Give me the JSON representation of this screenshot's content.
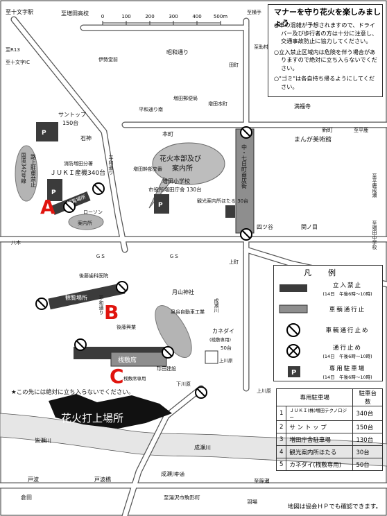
{
  "colors": {
    "road": "#c8c8c8",
    "banned": "#3b3b3b",
    "restricted": "#8e8e8e",
    "ellipse": "#b4b4b4",
    "line": "#333333"
  },
  "scale": {
    "marks": [
      "0",
      "100",
      "200",
      "300",
      "400",
      "500m"
    ]
  },
  "notice": {
    "title": "マナーを守り花火を楽しみましょう",
    "items": [
      "○車の混雑が予想されますので、ドライバー及び歩行者の方は十分に注意し、交通事故防止に協力してください。",
      "○立入禁止区域内は危険を伴う場合がありますので絶対に立ち入らないでください。",
      "○\"ゴミ\"は各自持ち帰るようにしてください。"
    ]
  },
  "legend": {
    "title": "凡例",
    "rows": [
      {
        "icon": "black-bar-icon",
        "label": "立入禁止",
        "sub": "(14日　午後6時〜10時)"
      },
      {
        "icon": "gray-bar-icon",
        "label": "車輌通行止",
        "sub": ""
      },
      {
        "icon": "no-entry-icon",
        "label": "車輌通行止め",
        "sub": ""
      },
      {
        "icon": "no-passage-icon",
        "label": "通行止め",
        "sub": "(14日　午後6時〜10時)"
      },
      {
        "icon": "parking-icon",
        "label": "専用駐車場",
        "sub": "(14日　午後6時〜10時)"
      }
    ]
  },
  "parking_table": {
    "headers": [
      "専用駐車場",
      "駐車台数"
    ],
    "rows": [
      {
        "no": "1",
        "name": "ＪＵＫＩ(株)増田テクノロジー",
        "count": "340台"
      },
      {
        "no": "2",
        "name": "サ ン ト ッ プ",
        "count": "150台"
      },
      {
        "no": "3",
        "name": "増田庁舎駐車場",
        "count": "130台"
      },
      {
        "no": "4",
        "name": "観光案内所ほたる",
        "count": "30台"
      },
      {
        "no": "5",
        "name": "カネダイ(桟敷専用)",
        "count": "50台"
      }
    ]
  },
  "map_labels": {
    "juuji_station": "至十文字駅",
    "masuda_hs": "至増田高校",
    "yokote_top": "至横手",
    "juuji_ic": "至十文字IC",
    "r13": "至R13",
    "isedou": "伊勢堂前",
    "showa": "昭和通り",
    "tamachi": "田町",
    "heiwa_dori": "平和通り南",
    "post_office": "増田郵便局",
    "masuda_cho": "増田本町",
    "mitsuzo": "満福寺",
    "suketoku": "至助村",
    "suntop": "サントップ",
    "suntop_count": "150台",
    "ishigami": "石神",
    "fire_station": "消防増田分署",
    "juki": "ＪＵＫＩ産機340台",
    "hon_machi": "本町",
    "shin_machi": "新町",
    "hiraka_right": "至平鹿",
    "manga": "まんが美術館",
    "police": "増田幹部交番",
    "hq_line1": "花火本部及び",
    "hq_line2": "案内所",
    "shopping": "中・七日町商店街",
    "school": "増田小学校",
    "city_hall": "市役所増田庁舎 130台",
    "hotaru": "観光案内所ほたる 30台",
    "yotsuya": "四ツ谷",
    "sekinome": "関ノ目",
    "lawson": "ローソン",
    "info": "案内所",
    "route342": "国道342号線",
    "no_parking": "路上駐車禁止",
    "yagi": "八木",
    "gs1": "ＧＳ",
    "gs2": "ＧＳ",
    "kamimachi": "上町",
    "dental": "後藤歯科医院",
    "shrine": "月山神社",
    "viewing": "観覧場所",
    "izumiya": "泉谷自動車工業",
    "goto_kogyo": "後藤興業",
    "kanedai": "カネダイ",
    "kanedai_sub": "(桟敷専用)",
    "kanedai_count": "50台",
    "kamikawara": "上川原",
    "sajiki": "桟敷席",
    "sajiki_toilet": "桟敷席専用",
    "tamada": "珍田建設",
    "shimokawara": "下川原",
    "kamikawara_right": "上川原",
    "hiraka_vert": "至平鹿成瀬",
    "masuda_jhs": "至増田中学校",
    "hanabi": "花火打上場所",
    "warning": "★この先には絶対に立ち入らないでください。",
    "minase": "皆瀬川",
    "narusegawa_label": "成瀬川",
    "narusegawa_bottom": "成瀬川",
    "narusegawa_river": "成瀬川",
    "toba": "戸波",
    "toba2": "戸波橋",
    "yuzawa": "至湯沢市駒形町",
    "habashi": "羽場",
    "shinoda": "至篠瀬",
    "kurata": "倉田",
    "gyoda": "中通",
    "marker_a": "A",
    "marker_b": "B",
    "marker_c": "C",
    "hiraka_dori": "平和通り",
    "heian_dori": "平和通り"
  },
  "footer": "地図は協会ＨＰでも確認できます。"
}
